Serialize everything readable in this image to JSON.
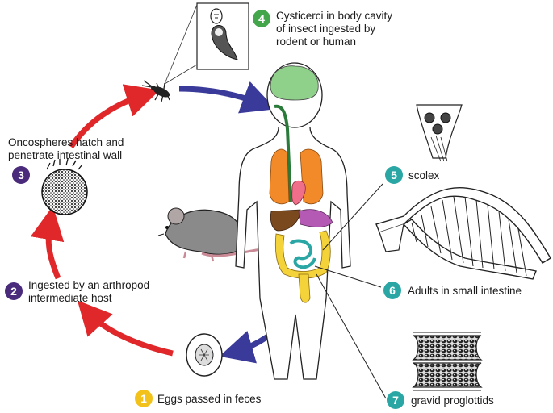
{
  "stages": [
    {
      "step": "1",
      "text": "Eggs passed in feces"
    },
    {
      "step": "2",
      "text": "Ingested by an arthropod\nintermediate host"
    },
    {
      "step": "3",
      "text": "Oncospheres hatch and\npenetrate intestinal wall"
    },
    {
      "step": "4",
      "text": "Cysticerci in body cavity\nof insect ingested by\nrodent or human"
    },
    {
      "step": "5",
      "text": "scolex"
    },
    {
      "step": "6",
      "text": "Adults in small intestine"
    },
    {
      "step": "7",
      "text": "gravid proglottids"
    }
  ],
  "colors": {
    "red_arrow": "#e0282b",
    "blue_arrow": "#3a3a9a",
    "badge_purple": "#4a2a7a",
    "badge_green": "#44a64a",
    "badge_teal": "#2aa7a4",
    "badge_yellow": "#f2c21a",
    "brain": "#8fd18b",
    "lungs": "#f28a2a",
    "heart": "#ef6f8a",
    "liver": "#7a4a1e",
    "stomach": "#b45ab4",
    "intestine": "#f4d23a",
    "small_intestine": "#2aa7a4"
  },
  "icons": [
    "egg-icon",
    "oncosphere-icon",
    "insect-icon",
    "cysticercus-icon",
    "rat-icon",
    "human-figure-icon",
    "scolex-icon",
    "adult-tapeworm-icon",
    "proglottids-icon"
  ]
}
